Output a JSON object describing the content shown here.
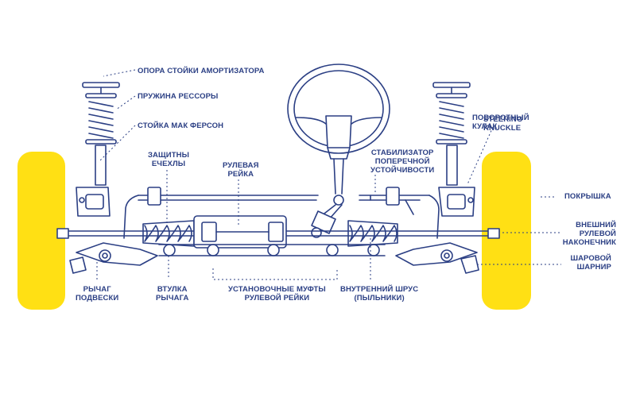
{
  "colors": {
    "line": "#2b3f84",
    "tire": "#ffe014",
    "background": "#ffffff"
  },
  "labels": {
    "strut_mount": "ОПОРА СТОЙКИ АМОРТИЗАТОРА",
    "spring": "ПРУЖИНА РЕССОРЫ",
    "macpherson_strut": "СТОЙКА МАК ФЕРСОН",
    "boots": [
      "ЗАЩИТНЫ",
      "ЕЧЕХЛЫ"
    ],
    "steering_rack": [
      "РУЛЕВАЯ",
      "РЕЙКА"
    ],
    "stabilizer": [
      "СТАБИЛИЗАТОР",
      "ПОПЕРЕЧНОЙ",
      "УСТОЙЧИВОСТИ"
    ],
    "steering_knuckle_overlap_a": [
      "STEERING",
      "KNUCKLE"
    ],
    "steering_knuckle_overlap_b": [
      "ПОВОРОТНЫЙ",
      "КУЛАК"
    ],
    "tire": "ПОКРЫШКА",
    "outer_tie_rod_end": [
      "ВНЕШНИЙ",
      "РУЛЕВОЙ",
      "НАКОНЕЧНИК"
    ],
    "ball_joint": [
      "ШАРОВОЙ",
      "ШАРНИР"
    ],
    "control_arm": [
      "РЫЧАГ",
      "ПОДВЕСКИ"
    ],
    "arm_bushing": [
      "ВТУЛКА",
      "РЫЧАГА"
    ],
    "rack_mount_bushings": [
      "УСТАНОВОЧНЫЕ МУФТЫ",
      "РУЛЕВОЙ РЕЙКИ"
    ],
    "inner_cv_joint": [
      "ВНУТРЕННИЙ ШРУС",
      "(ПЫЛЬНИКИ)"
    ]
  }
}
